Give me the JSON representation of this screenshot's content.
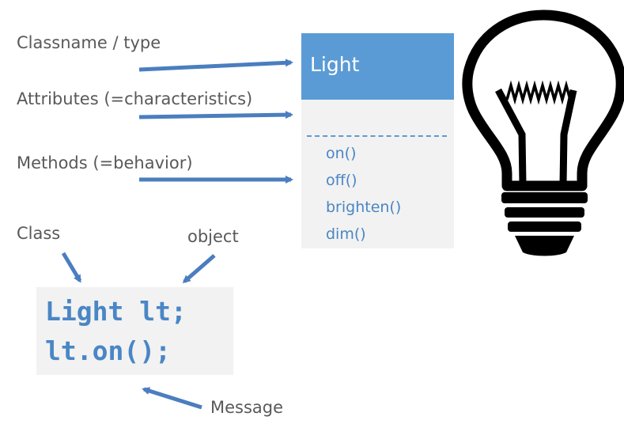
{
  "labels": {
    "classname": "Classname / type",
    "attributes": "Attributes (=characteristics)",
    "methods": "Methods (=behavior)",
    "class": "Class",
    "object": "object",
    "message": "Message"
  },
  "class_box": {
    "name": "Light",
    "methods": [
      "on()",
      "off()",
      "brighten()",
      "dim()"
    ]
  },
  "code": {
    "lines": [
      "Light lt;",
      "lt.on();"
    ]
  },
  "colors": {
    "accent": "#5b9bd5",
    "arrow": "#4a7ebf",
    "label_text": "#595959",
    "box_bg": "#f2f2f2",
    "bulb": "#000000"
  },
  "icons": {
    "bulb": "light-bulb-icon"
  }
}
